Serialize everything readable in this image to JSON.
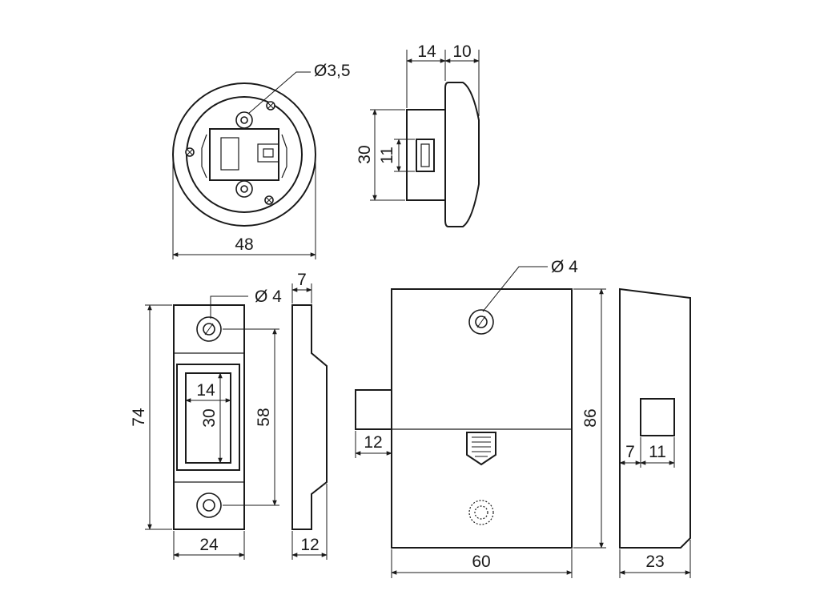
{
  "top_view": {
    "hole_diameter": "Ø3,5",
    "width": "48"
  },
  "side_view": {
    "depth_a": "14",
    "depth_b": "10",
    "height": "30",
    "slot_height": "11"
  },
  "strike_front": {
    "hole_diameter": "Ø 4",
    "height": "74",
    "hole_spacing": "58",
    "opening_width": "14",
    "opening_height": "30",
    "width": "24"
  },
  "strike_side": {
    "thickness_top": "7",
    "thickness_bottom": "12"
  },
  "lock_body_front": {
    "hole_diameter": "Ø 4",
    "bolt_projection": "12",
    "width": "60",
    "height": "86"
  },
  "lock_body_side": {
    "offset": "7",
    "slot_width": "11",
    "depth": "23"
  }
}
